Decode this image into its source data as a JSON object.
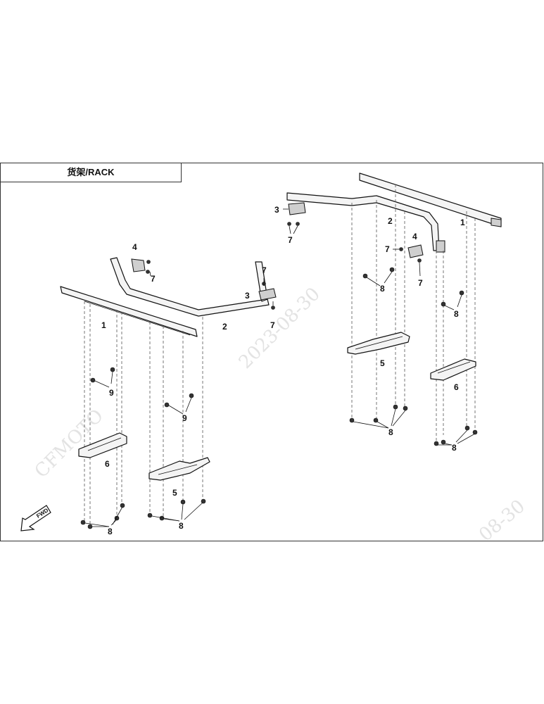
{
  "header": {
    "title": "货架/RACK"
  },
  "watermarks": [
    "CFMOTO",
    "2023-08-30",
    "08-30"
  ],
  "callouts": {
    "left": {
      "rail1": "1",
      "rail2": "2",
      "bracket3": "3",
      "bracket4": "4",
      "bolt7_top": "7",
      "bolt7_bottom": "7",
      "bolt7_right": "7",
      "nut9_left": "9",
      "nut9_right": "9",
      "support6": "6",
      "support5": "5",
      "nut8_left": "8",
      "nut8_right": "8"
    },
    "right": {
      "rail1": "1",
      "rail2": "2",
      "bracket3": "3",
      "bracket4": "4",
      "bolt7_left": "7",
      "bolt7_mid": "7",
      "bolt7_right": "7",
      "nut8_upper_left": "8",
      "nut8_upper_right": "8",
      "support5": "5",
      "support6": "6",
      "nut8_lower_left": "8",
      "nut8_lower_right": "8"
    }
  },
  "fwd_label": "FWD",
  "icons": {
    "fwd": "arrow-fwd-icon"
  }
}
